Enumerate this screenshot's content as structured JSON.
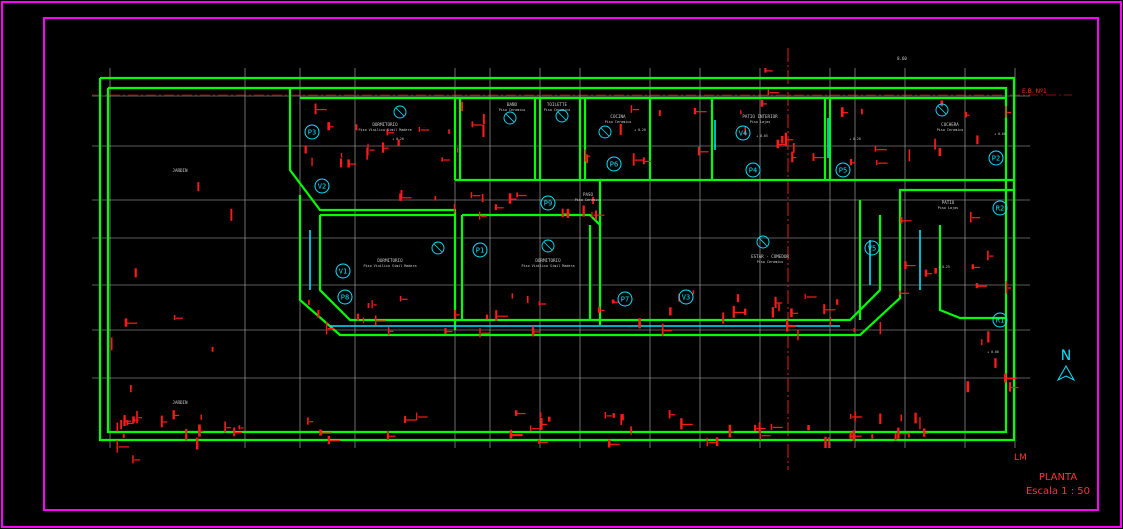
{
  "sheet": {
    "title": "PLANTA",
    "scale": "Escala  1 : 50",
    "north_label": "N",
    "lm_label": "LM",
    "lot_label": "E.B. Nº1",
    "top_dim": "8.60"
  },
  "rooms": [
    {
      "key": "jardin_top",
      "name": "JARDIN",
      "sub": ""
    },
    {
      "key": "jardin_bottom",
      "name": "JARDIN",
      "sub": ""
    },
    {
      "key": "dorm1",
      "name": "DORMITORIO",
      "sub": "Piso Vinilico Simil Madera"
    },
    {
      "key": "bano",
      "name": "BAÑO",
      "sub": "Piso Ceramico"
    },
    {
      "key": "toilette",
      "name": "TOILETTE",
      "sub": "Piso Ceramico"
    },
    {
      "key": "cocina",
      "name": "COCINA",
      "sub": "Piso Ceramico"
    },
    {
      "key": "patio_interior",
      "name": "PATIO INTERIOR",
      "sub": "Piso Lajas"
    },
    {
      "key": "cochera",
      "name": "COCHERA",
      "sub": "Piso Ceramico"
    },
    {
      "key": "paso",
      "name": "PASO",
      "sub": "Piso Ceramico"
    },
    {
      "key": "dorm2",
      "name": "DORMITORIO",
      "sub": "Piso Vinilico Simil Madera"
    },
    {
      "key": "dorm3",
      "name": "DORMITORIO",
      "sub": "Piso Vinilico Simil Madera"
    },
    {
      "key": "estar",
      "name": "ESTAR - COMEDOR",
      "sub": "Piso Ceramico"
    },
    {
      "key": "patio",
      "name": "PATIO",
      "sub": "Piso Lajas"
    }
  ],
  "tags": [
    "P1",
    "P2",
    "P3",
    "P4",
    "P5",
    "P6",
    "P7",
    "P8",
    "P9",
    "R1",
    "R2",
    "V1",
    "V2",
    "V3",
    "V4",
    "V5"
  ],
  "levels": [
    "+ 0.20",
    "+ 0.20",
    "+ 0.05",
    "+ 0.20",
    "+ 0.25",
    "+ 0.00",
    "+ 0.00"
  ],
  "colors": {
    "background": "#000000",
    "border": "#ff00ff",
    "wall": "#00ff00",
    "grid": "#ffffff",
    "dimension": "#ff0000",
    "tag": "#00e5ff",
    "axis": "#ff2020",
    "title": "#ff3030"
  }
}
